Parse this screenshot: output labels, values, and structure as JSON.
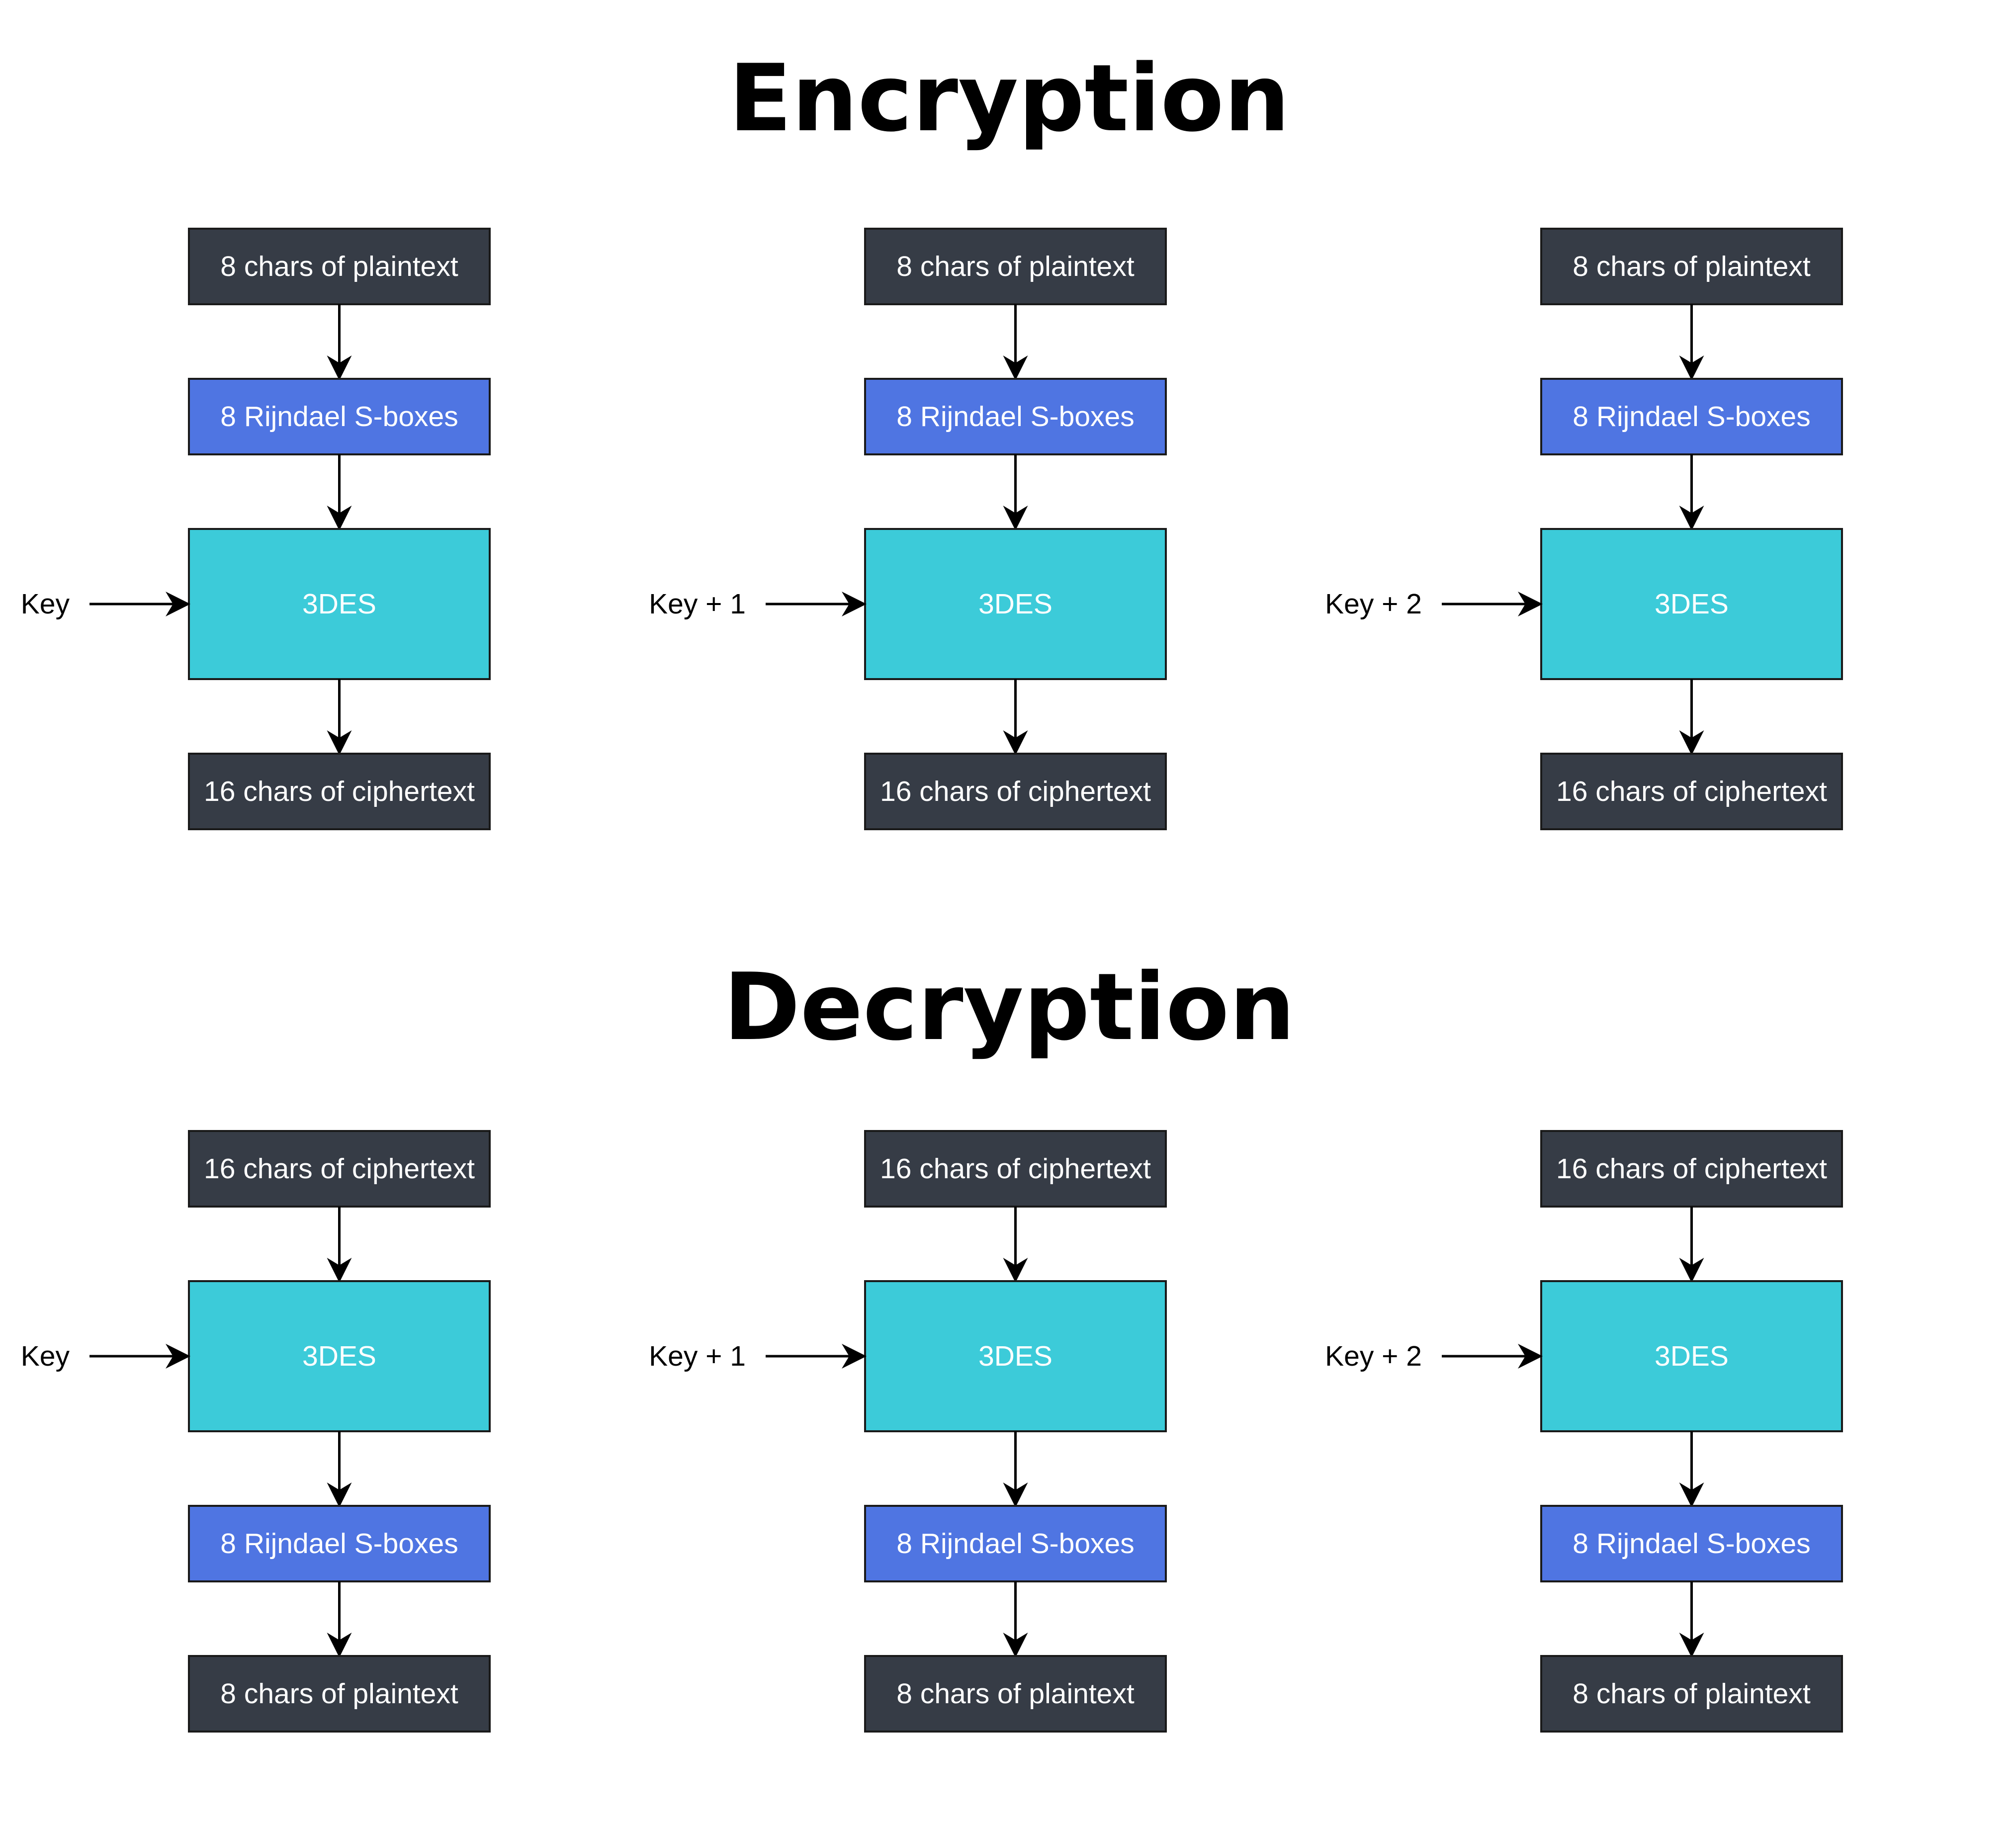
{
  "colors": {
    "dark_box": "#363c46",
    "sbox_box": "#4f75e2",
    "des_box": "#3ccbd9",
    "box_text": "#ffffff",
    "border": "#1a1a1a",
    "arrow": "#000000"
  },
  "sections": [
    {
      "id": "encryption",
      "title": "Encryption",
      "columns": [
        {
          "key_label": "Key",
          "steps": [
            {
              "label": "8 chars of plaintext",
              "kind": "dark"
            },
            {
              "label": "8 Rijndael S-boxes",
              "kind": "sbox"
            },
            {
              "label": "3DES",
              "kind": "des"
            },
            {
              "label": "16 chars of ciphertext",
              "kind": "dark"
            }
          ]
        },
        {
          "key_label": "Key + 1",
          "steps": [
            {
              "label": "8 chars of plaintext",
              "kind": "dark"
            },
            {
              "label": "8 Rijndael S-boxes",
              "kind": "sbox"
            },
            {
              "label": "3DES",
              "kind": "des"
            },
            {
              "label": "16 chars of ciphertext",
              "kind": "dark"
            }
          ]
        },
        {
          "key_label": "Key + 2",
          "steps": [
            {
              "label": "8 chars of plaintext",
              "kind": "dark"
            },
            {
              "label": "8 Rijndael S-boxes",
              "kind": "sbox"
            },
            {
              "label": "3DES",
              "kind": "des"
            },
            {
              "label": "16 chars of ciphertext",
              "kind": "dark"
            }
          ]
        }
      ]
    },
    {
      "id": "decryption",
      "title": "Decryption",
      "columns": [
        {
          "key_label": "Key",
          "steps": [
            {
              "label": "16 chars of ciphertext",
              "kind": "dark"
            },
            {
              "label": "3DES",
              "kind": "des"
            },
            {
              "label": "8 Rijndael S-boxes",
              "kind": "sbox"
            },
            {
              "label": "8 chars of plaintext",
              "kind": "dark"
            }
          ]
        },
        {
          "key_label": "Key + 1",
          "steps": [
            {
              "label": "16 chars of ciphertext",
              "kind": "dark"
            },
            {
              "label": "3DES",
              "kind": "des"
            },
            {
              "label": "8 Rijndael S-boxes",
              "kind": "sbox"
            },
            {
              "label": "8 chars of plaintext",
              "kind": "dark"
            }
          ]
        },
        {
          "key_label": "Key + 2",
          "steps": [
            {
              "label": "16 chars of ciphertext",
              "kind": "dark"
            },
            {
              "label": "3DES",
              "kind": "des"
            },
            {
              "label": "8 Rijndael S-boxes",
              "kind": "sbox"
            },
            {
              "label": "8 chars of plaintext",
              "kind": "dark"
            }
          ]
        }
      ]
    }
  ]
}
